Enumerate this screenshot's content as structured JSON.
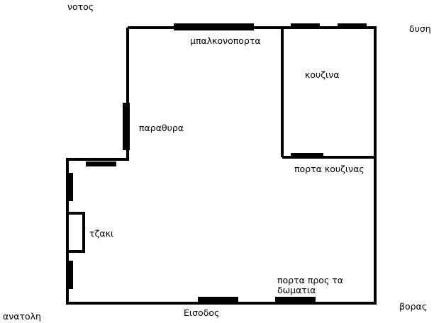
{
  "compass": {
    "north": "βορας",
    "south": "νοτος",
    "east": "ανατολη",
    "west": "δυση"
  },
  "rooms": {
    "kitchen": "κουζινα",
    "fireplace": "τζακι"
  },
  "openings": {
    "balcony_door": "μπαλκονοπορτα",
    "window": "παραθυρα",
    "kitchen_door": "πορτα κουζινας",
    "entrance": "Εισοδος",
    "rooms_door_line1": "πορτα προς τα",
    "rooms_door_line2": "δωματια"
  },
  "colors": {
    "wall": "#000000",
    "background": "#ffffff"
  }
}
